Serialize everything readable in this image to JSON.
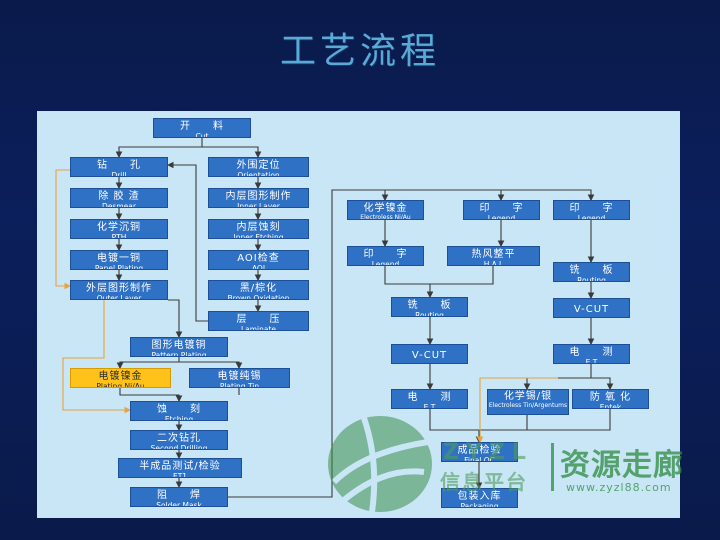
{
  "title": "工艺流程",
  "nodes": [
    {
      "id": "cut",
      "zh": "开　　料",
      "en": "Cut"
    },
    {
      "id": "drill",
      "zh": "钻　　孔",
      "en": "Drill"
    },
    {
      "id": "desmear",
      "zh": "除 胶 渣",
      "en": "Desmear"
    },
    {
      "id": "pth",
      "zh": "化学沉铜",
      "en": "PTH"
    },
    {
      "id": "panel_plating",
      "zh": "电镀一铜",
      "en": "Panel Plating"
    },
    {
      "id": "outer_layer",
      "zh": "外层图形制作",
      "en": "Outer Layer"
    },
    {
      "id": "orientation",
      "zh": "外围定位",
      "en": "Orientation"
    },
    {
      "id": "inner_layer",
      "zh": "内层图形制作",
      "en": "Inner Layer"
    },
    {
      "id": "inner_etching",
      "zh": "内层蚀刻",
      "en": "Inner Etching"
    },
    {
      "id": "aoi",
      "zh": "AOI检查",
      "en": "AOI"
    },
    {
      "id": "brown_oxidation",
      "zh": "黑/棕化",
      "en": "Brown Oxidation"
    },
    {
      "id": "laminate",
      "zh": "层　　压",
      "en": "Laminate"
    },
    {
      "id": "pattern_plating",
      "zh": "图形电镀铜",
      "en": "Pattern Plating"
    },
    {
      "id": "plating_niau",
      "zh": "电镀镍金",
      "en": "Plating Ni/Au"
    },
    {
      "id": "plating_tin",
      "zh": "电镀纯锡",
      "en": "Plating Tin"
    },
    {
      "id": "etching",
      "zh": "蚀　　刻",
      "en": "Etching"
    },
    {
      "id": "second_drilling",
      "zh": "二次钻孔",
      "en": "Second Drilling"
    },
    {
      "id": "et1",
      "zh": "半成品测试/检验",
      "en": "ET1"
    },
    {
      "id": "solder_mask",
      "zh": "阻　　焊",
      "en": "Solder Mask"
    },
    {
      "id": "electroless_niau",
      "zh": "化学镍金",
      "en": "Electroless Ni/Au"
    },
    {
      "id": "legend_1",
      "zh": "印　　字",
      "en": "Legend"
    },
    {
      "id": "legend_2",
      "zh": "印　　字",
      "en": "Legend"
    },
    {
      "id": "legend_3",
      "zh": "印　　字",
      "en": "Legend"
    },
    {
      "id": "hal",
      "zh": "热风整平",
      "en": "H.A.L"
    },
    {
      "id": "routing_1",
      "zh": "铣　　板",
      "en": "Routing"
    },
    {
      "id": "routing_2",
      "zh": "铣　　板",
      "en": "Routing"
    },
    {
      "id": "vcut_1",
      "zh": "V-CUT",
      "en": ""
    },
    {
      "id": "vcut_2",
      "zh": "V-CUT",
      "en": ""
    },
    {
      "id": "et_1",
      "zh": "电　　测",
      "en": "E T"
    },
    {
      "id": "et_2",
      "zh": "电　　测",
      "en": "E T"
    },
    {
      "id": "electroless_tin",
      "zh": "化学锡/银",
      "en": "Electroless Tin/Argentums"
    },
    {
      "id": "entek",
      "zh": "防 氧 化",
      "en": "Entek"
    },
    {
      "id": "final_qc",
      "zh": "成品检验",
      "en": "Final QC"
    },
    {
      "id": "packaging",
      "zh": "包装入库",
      "en": "Packaging"
    }
  ],
  "watermark": {
    "latin": "ZYZL",
    "cn_left": "信息平台",
    "cn_right": "资源走廊",
    "url": "www.zyzl88.com"
  },
  "colors": {
    "background": "#0b1f5c",
    "title": "#5aa9d6",
    "panel": "#c9e6f7",
    "box": "#2f71c5",
    "highlight_box": "#ffc21a",
    "flow_line": "#3a3a3a",
    "loop_line": "#e8a33a",
    "watermark": "#2e8b3f"
  }
}
